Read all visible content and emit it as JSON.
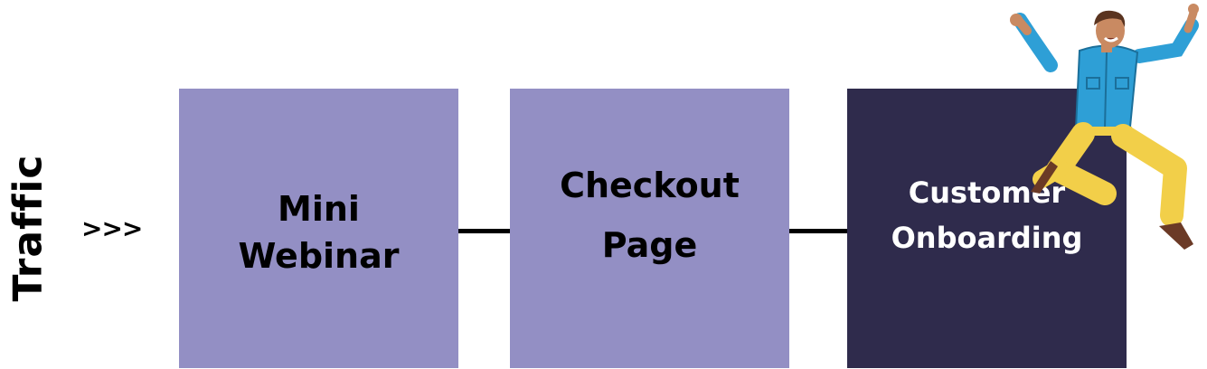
{
  "traffic": {
    "label": "Traffic",
    "arrows": ">>>"
  },
  "stages": [
    {
      "line1": "Mini",
      "line2": "Webinar",
      "color": "#938fc4"
    },
    {
      "line1": "Checkout",
      "line2": "Page",
      "color": "#938fc4"
    },
    {
      "line1": "Customer",
      "line2": "Onboarding",
      "color": "#2f2b4c"
    }
  ],
  "illustration": {
    "icon": "jumping-man-icon"
  }
}
